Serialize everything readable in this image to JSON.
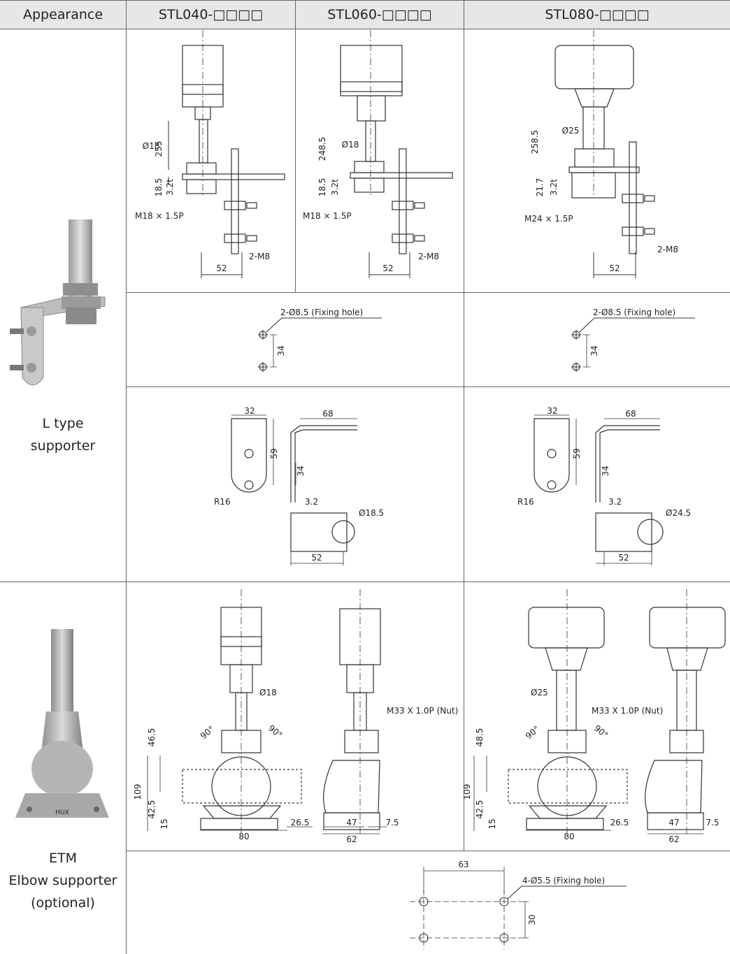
{
  "header": {
    "appearance": "Appearance",
    "model_40": "STL040-□□□□",
    "model_60": "STL060-□□□□",
    "model_80": "STL080-□□□□"
  },
  "rows": {
    "l_type": {
      "line1": "L type",
      "line2": "supporter"
    },
    "etm": {
      "line1": "ETM",
      "line2": "Elbow supporter",
      "line3": "(optional)"
    }
  },
  "dims": {
    "d40": {
      "len": "255",
      "pipe": "Ø18",
      "h": "18.5",
      "t": "3.2t",
      "thread": "M18 × 1.5P",
      "bolt": "2-M8",
      "w": "52"
    },
    "d60": {
      "len": "248.5",
      "pipe": "Ø18",
      "h": "18.5",
      "t": "3.2t",
      "thread": "M18 × 1.5P",
      "bolt": "2-M8",
      "w": "52"
    },
    "d80": {
      "len": "258.5",
      "pipe": "Ø25",
      "h": "21.7",
      "t": "3.2t",
      "thread": "M24 × 1.5P",
      "bolt": "2-M8",
      "w": "52"
    },
    "hole_a": {
      "label": "2-Ø8.5 (Fixing hole)",
      "pitch": "34"
    },
    "hole_b": {
      "label": "2-Ø8.5 (Fixing hole)",
      "pitch": "34"
    },
    "bracket_a": {
      "w": "32",
      "len": "68",
      "h": "59",
      "pitch": "34",
      "radius": "R16",
      "t": "3.2",
      "hole": "Ø18.5",
      "base": "52"
    },
    "bracket_b": {
      "w": "32",
      "len": "68",
      "h": "59",
      "pitch": "34",
      "radius": "R16",
      "t": "3.2",
      "hole": "Ø24.5",
      "base": "52"
    },
    "etm_a": {
      "pipe": "Ø18",
      "nut": "M33 X 1.0P (Nut)",
      "total": "109",
      "upper": "46.5",
      "lower": "42.5",
      "base": "15",
      "angle_l": "90°",
      "angle_r": "90°",
      "foot": "80",
      "offset": "26.5",
      "side_w": "47",
      "side_off": "7.5",
      "side_total": "62"
    },
    "etm_b": {
      "pipe": "Ø25",
      "nut": "M33 X 1.0P (Nut)",
      "total": "109",
      "upper": "48.5",
      "lower": "42.5",
      "base": "15",
      "angle_l": "90°",
      "angle_r": "90°",
      "foot": "80",
      "offset": "26.5",
      "side_w": "47",
      "side_off": "7.5",
      "side_total": "62"
    },
    "etm_holes": {
      "pitch_x": "63",
      "label": "4-Ø5.5 (Fixing hole)",
      "pitch_y": "30"
    }
  },
  "photos": {
    "l_type": "L type supporter photo",
    "etm": "ETM elbow supporter photo",
    "etm_logo": "HUX"
  }
}
